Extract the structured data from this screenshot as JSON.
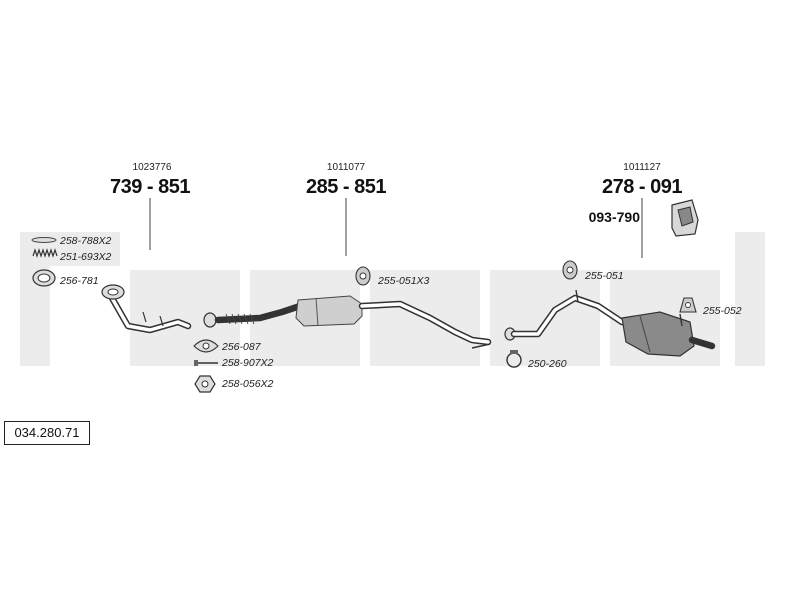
{
  "reference_code": "034.280.71",
  "assemblies": [
    {
      "article": "1023776",
      "code": "739 - 851"
    },
    {
      "article": "1011077",
      "code": "285 - 851"
    },
    {
      "article": "1011127",
      "code": "278 - 091"
    }
  ],
  "parts": {
    "p258_788": "258-788X2",
    "p251_693": "251-693X2",
    "p256_781": "256-781",
    "p256_087": "256-087",
    "p258_907": "258-907X2",
    "p258_056": "258-056X2",
    "p255_051x3": "255-051X3",
    "p255_051": "255-051",
    "p250_260": "250-260",
    "p255_052": "255-052",
    "p093_790": "093-790"
  }
}
